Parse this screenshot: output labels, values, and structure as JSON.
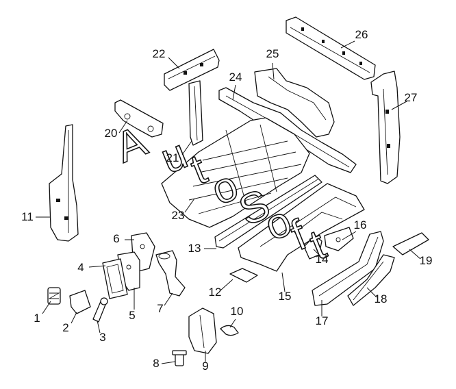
{
  "diagram": {
    "callouts": [
      "1",
      "2",
      "3",
      "4",
      "5",
      "6",
      "7",
      "8",
      "9",
      "10",
      "11",
      "12",
      "13",
      "14",
      "15",
      "16",
      "17",
      "18",
      "19",
      "20",
      "21",
      "22",
      "23",
      "24",
      "25",
      "26",
      "27"
    ],
    "watermark": [
      "A",
      "u",
      "t",
      "o",
      "S",
      "o",
      "f",
      "t"
    ],
    "colors": {
      "line": "#111111",
      "background": "#ffffff"
    }
  }
}
